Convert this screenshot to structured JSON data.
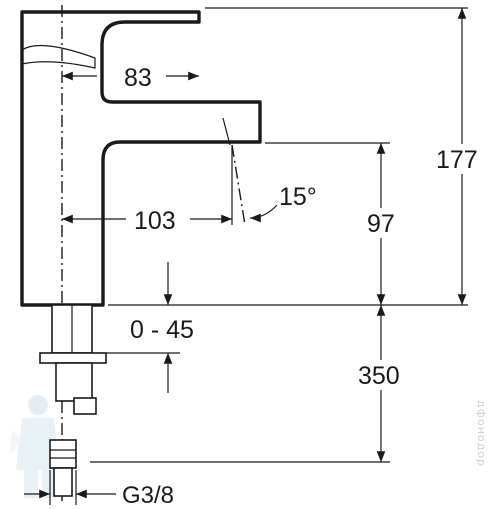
{
  "dimensions": {
    "spout_reach_upper": "83",
    "spout_reach_lower": "103",
    "spout_angle": "15°",
    "total_height": "177",
    "spout_height": "97",
    "deck_thickness": "0 - 45",
    "hose_length": "350",
    "connection_thread": "G3/8"
  },
  "watermark": {
    "vertical_text": "дфонодор"
  },
  "colors": {
    "line": "#1a1a1a",
    "watermark": "#c9d3db"
  }
}
